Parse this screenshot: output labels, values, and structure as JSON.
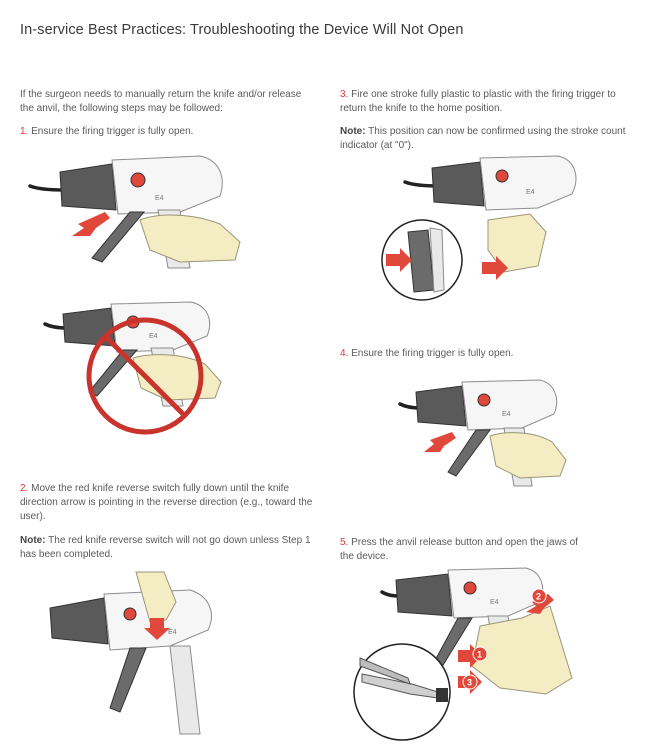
{
  "title": "In-service Best Practices: Troubleshooting the Device Will Not Open",
  "intro": "If the surgeon needs to manually return the knife and/or release the anvil, the following steps may be followed:",
  "steps": [
    {
      "num": "1.",
      "text": " Ensure the firing trigger is fully open."
    },
    {
      "num": "2.",
      "text": " Move the red knife reverse switch fully down until the knife direction arrow is pointing in the reverse direction (e.g., toward the user)."
    },
    {
      "num": "3.",
      "text": " Fire one stroke fully plastic to plastic with the firing trigger to return the knife to the home position."
    },
    {
      "num": "4.",
      "text": " Ensure the firing trigger is fully open."
    },
    {
      "num": "5.",
      "text": " Press the anvil release button and open the jaws of the device."
    }
  ],
  "notes": [
    {
      "label": "Note:",
      "text": " The red knife reverse switch will not go down unless Step 1 has been completed."
    },
    {
      "label": "Note:",
      "text": " This position can now be confirmed using the stroke count indicator (at \"0\")."
    }
  ],
  "device_label": "E4",
  "step5_callouts": [
    "1",
    "2",
    "3"
  ],
  "colors": {
    "accent": "#d63a3a",
    "arrow": "#e0483b",
    "glove": "#f4edc4"
  }
}
